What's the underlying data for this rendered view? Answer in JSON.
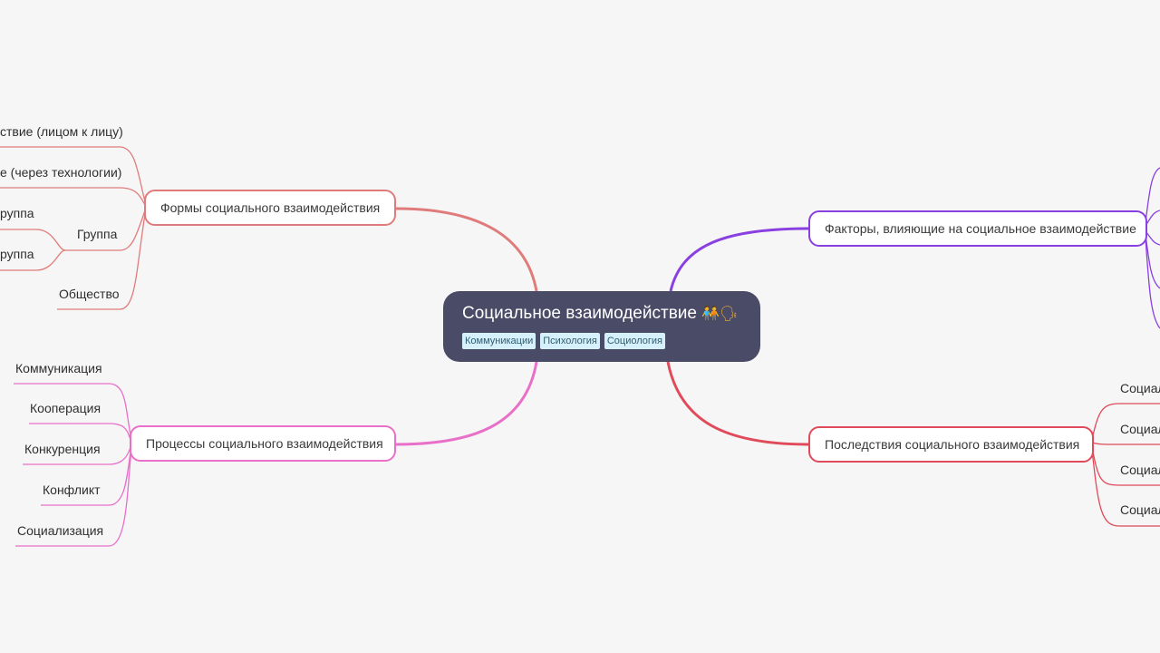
{
  "root": {
    "title": "Социальное взаимодействие",
    "emoji": "🧑‍🤝‍🧑🗣",
    "tags": [
      "Коммуникации",
      "Психология",
      "Социология"
    ],
    "color": "#4a4c67"
  },
  "branches": {
    "forms": {
      "label": "Формы социального взаимодействия",
      "color": "#e07b7b",
      "children": {
        "direct": "ствие (лицом к лицу)",
        "mediated": "е (через технологии)",
        "group": "Группа",
        "small_group": "руппа",
        "large_group": "руппа",
        "society": "Общество"
      }
    },
    "processes": {
      "label": "Процессы социального взаимодействия",
      "color": "#e870c8",
      "children": [
        "Коммуникация",
        "Кооперация",
        "Конкуренция",
        "Конфликт",
        "Социализация"
      ]
    },
    "factors": {
      "label": "Факторы, влияющие на социальное взаимодействие",
      "color": "#8a3fe0"
    },
    "consequences": {
      "label": "Последствия социального взаимодействия",
      "color": "#e04a5a",
      "children": [
        "Социал",
        "Социал",
        "Социал",
        "Социал"
      ]
    }
  }
}
